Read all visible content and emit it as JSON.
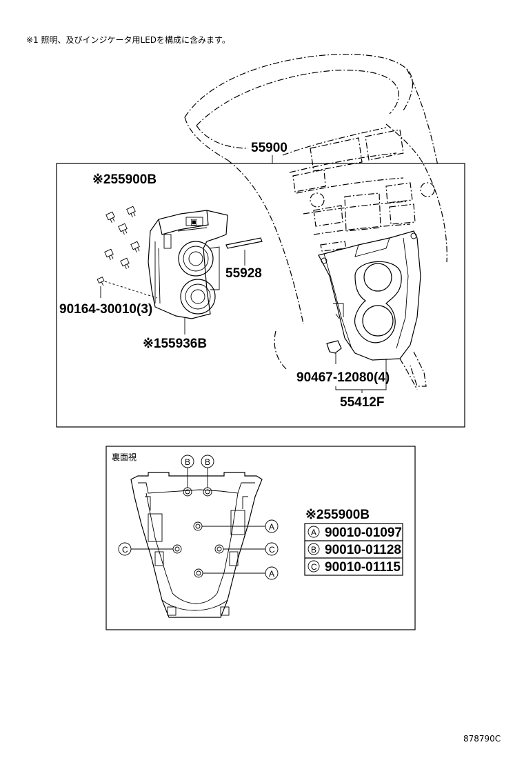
{
  "top_note": "※1 照明、及びインジケータ用LEDを構成に含みます。",
  "parts": {
    "p55900": "55900",
    "p55900b_top": "※255900B",
    "p55928": "55928",
    "p90164": "90164-30010(3)",
    "p55936b": "※155936B",
    "p90467": "90467-12080(4)",
    "p55412f": "55412F"
  },
  "rear_view": {
    "title": "裏面視",
    "callouts": [
      "B",
      "B",
      "A",
      "C",
      "C",
      "A"
    ],
    "table_title": "※255900B",
    "rows": [
      {
        "key": "A",
        "part": "90010-01097"
      },
      {
        "key": "B",
        "part": "90010-01128"
      },
      {
        "key": "C",
        "part": "90010-01115"
      }
    ]
  },
  "diagram_id": "878790C"
}
